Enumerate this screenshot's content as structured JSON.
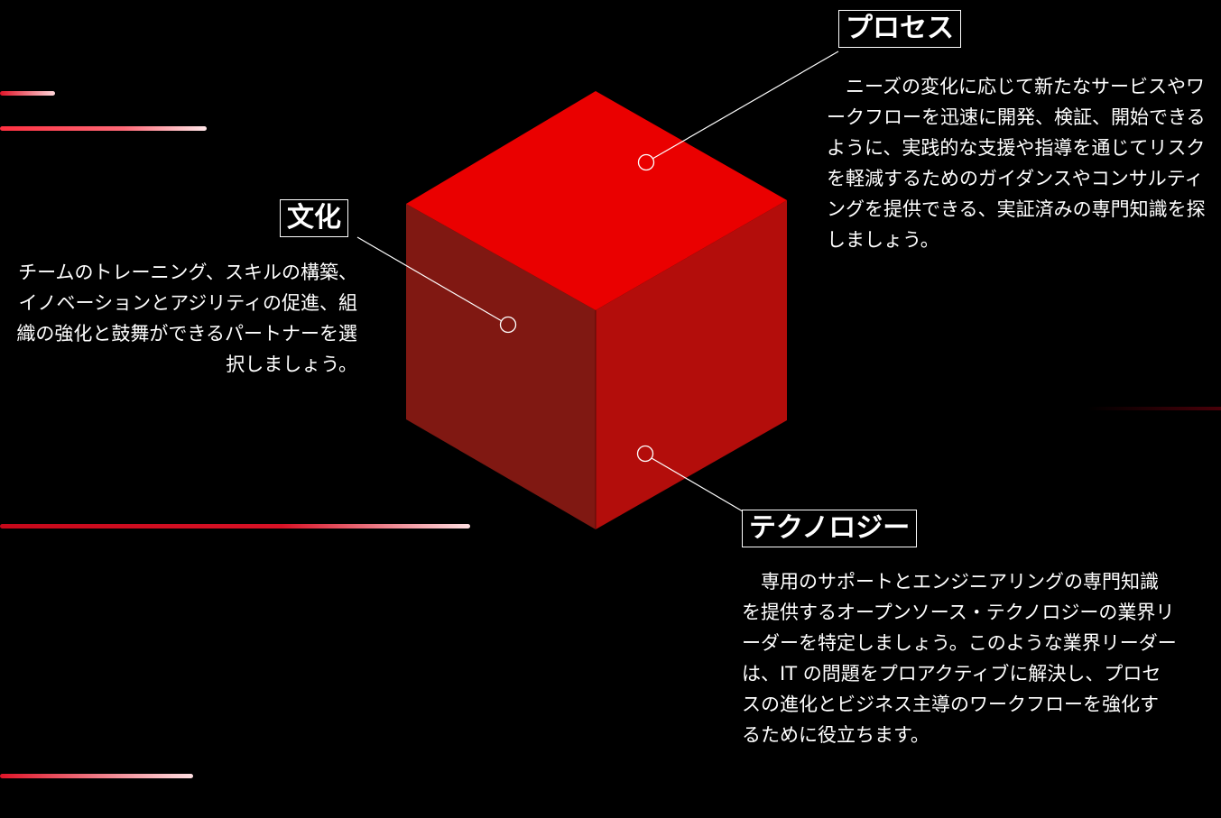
{
  "labels": {
    "culture": "文化",
    "process": "プロセス",
    "technology": "テクノロジー"
  },
  "descriptions": {
    "culture": "チームのトレーニング、スキルの構築、イノベーションとアジリティの促進、組織の強化と鼓舞ができるパートナーを選択しましょう。",
    "process": "ニーズの変化に応じて新たなサービスやワークフローを迅速に開発、検証、開始できるように、実践的な支援や指導を通じてリスクを軽減するためのガイダンスやコンサルティングを提供できる、実証済みの専門知識を探しましょう。",
    "technology": "専用のサポートとエンジニアリングの専門知識を提供するオープンソース・テクノロジーの業界リーダーを特定しましょう。このような業界リーダーは、IT の問題をプロアクティブに解決し、プロセスの進化とビジネス主導のワークフローを強化するために役立ちます。"
  },
  "colors": {
    "background": "#000000",
    "cube_top": "#ea0000",
    "cube_left": "#801812",
    "cube_right": "#b30d0b",
    "text": "#ffffff"
  }
}
